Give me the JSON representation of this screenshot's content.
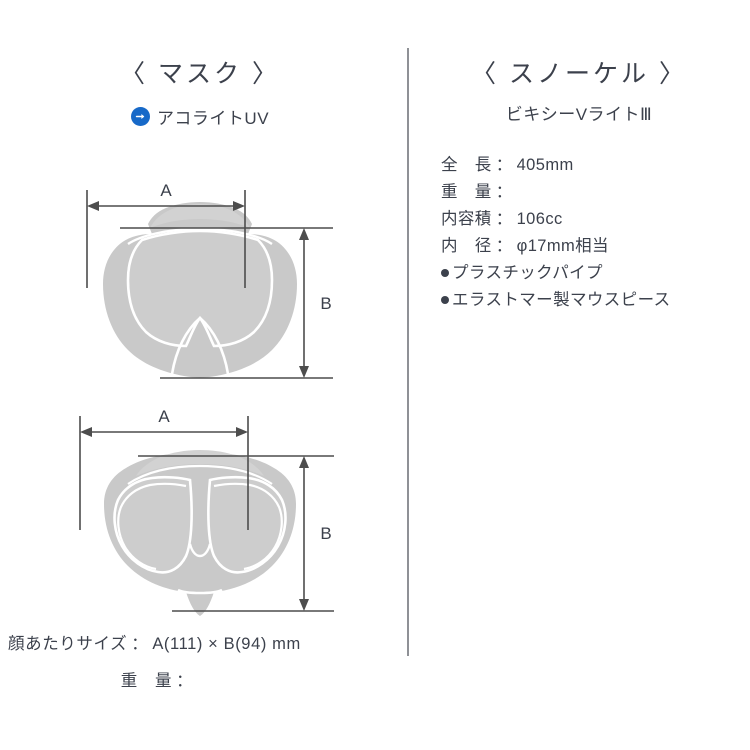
{
  "left": {
    "title": "〈 マスク 〉",
    "arrow_icon": "arrow-right-circle-icon",
    "arrow_color": "#1769c8",
    "model_name": "アコライトUV",
    "figures": [
      {
        "name": "mask-single-lens-diagram",
        "dim_a_label": "A",
        "dim_b_label": "B"
      },
      {
        "name": "mask-twin-lens-diagram",
        "dim_a_label": "A",
        "dim_b_label": "B"
      }
    ],
    "footer": {
      "face_size_label": "顔あたりサイズ",
      "face_size_sep": "：",
      "face_size_value": "A(111) × B(94) mm",
      "weight_label": "重　量",
      "weight_sep": "：",
      "weight_value": ""
    }
  },
  "right": {
    "title": "〈 スノーケル 〉",
    "subtitle": "ビキシーVライトⅢ",
    "specs": [
      {
        "label": "全　長",
        "sep": "：",
        "value": "405mm"
      },
      {
        "label": "重　量",
        "sep": "：",
        "value": ""
      },
      {
        "label": "内容積",
        "sep": "：",
        "value": "106cc"
      },
      {
        "label": "内　径",
        "sep": "：",
        "value": "φ17mm相当"
      }
    ],
    "bullets": [
      "プラスチックパイプ",
      "エラストマー製マウスピース"
    ]
  },
  "style": {
    "text_color": "#3c414c",
    "mask_gray": "#c9c9c9",
    "mask_light": "#d4d4d4",
    "divider_color": "#8f9196",
    "dimension_line_color": "#4d4d4d"
  }
}
